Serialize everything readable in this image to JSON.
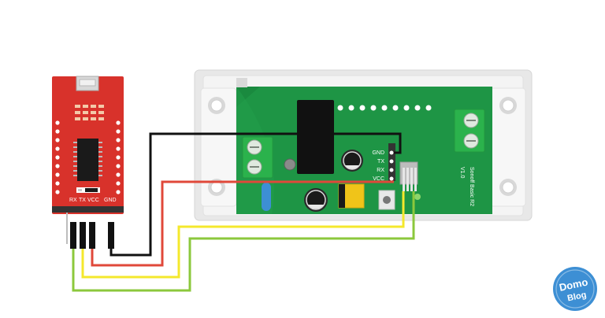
{
  "colors": {
    "ftdi_board": "#d8322b",
    "sonoff_pcb": "#1e9545",
    "enclosure": "#f2f2f2",
    "wire_gnd": "#111111",
    "wire_vcc": "#e0483a",
    "wire_rx": "#f4e82c",
    "wire_tx": "#8cc83c",
    "logo_blue": "#3d8fd4"
  },
  "ftdi": {
    "pin_labels": {
      "rx": "RX",
      "tx": "TX",
      "vcc": "VCC",
      "gnd": "GND"
    }
  },
  "sonoff": {
    "header_labels": {
      "gnd": "GND",
      "tx": "TX",
      "rx": "RX",
      "vcc": "VCC"
    },
    "board_name": "Sonoff Basic R2",
    "board_version": "V1.0"
  },
  "logo": {
    "line1": "Domo",
    "line2": "Blog"
  },
  "icons": {
    "usb": "usb-connector-icon",
    "capacitor": "capacitor-icon",
    "relay": "relay-icon",
    "terminal": "screw-terminal-icon",
    "button": "push-button-icon",
    "led": "led-icon",
    "logo": "domoblog-logo-icon"
  }
}
